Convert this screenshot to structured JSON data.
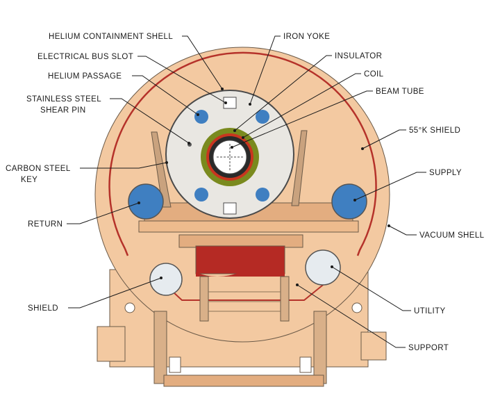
{
  "labels": {
    "helium_containment_shell": "HELIUM CONTAINMENT SHELL",
    "electrical_bus_slot": "ELECTRICAL BUS SLOT",
    "helium_passage": "HELIUM PASSAGE",
    "stainless_steel_shear_pin_line1": "STAINLESS STEEL",
    "stainless_steel_shear_pin_line2": "SHEAR PIN",
    "carbon_steel_key_line1": "CARBON STEEL",
    "carbon_steel_key_line2": "KEY",
    "return": "RETURN",
    "shield": "SHIELD",
    "iron_yoke": "IRON YOKE",
    "insulator": "INSULATOR",
    "coil": "COIL",
    "beam_tube": "BEAM TUBE",
    "shield_55k": "55°K SHIELD",
    "supply": "SUPPLY",
    "vacuum_shell": "VACUUM SHELL",
    "utility": "UTILITY",
    "support": "SUPPORT"
  },
  "colors": {
    "vessel": "#f3c9a1",
    "vessel_dark": "#e3ad80",
    "yoke": "#e9e7e2",
    "shield_line": "#b5322a",
    "helium_pipe": "#3f7fc1",
    "support_red": "#b52a24",
    "coil_green": "#7a8a1e",
    "coil_red": "#c8361f"
  }
}
